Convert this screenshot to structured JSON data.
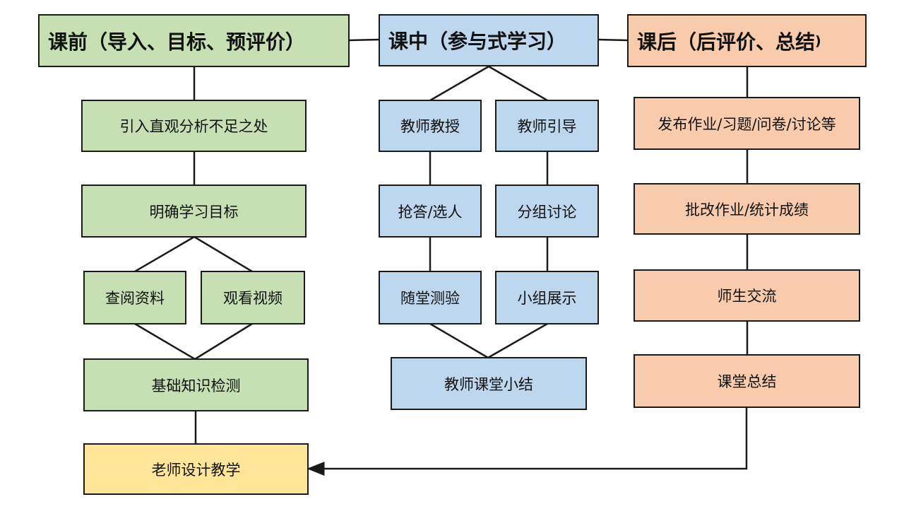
{
  "colors": {
    "pre_class": "#c6e0b4",
    "in_class": "#bdd7ee",
    "post_class": "#f8cbad",
    "design": "#ffe699",
    "line": "#1a1a1a"
  },
  "headers": {
    "pre": "课前（导入、目标、预评价）",
    "in": "课中（参与式学习）",
    "post_main": "课后（后评价、总结",
    "post_close": ")"
  },
  "pre_class": {
    "step1": "引入直观分析不足之处",
    "step2": "明确学习目标",
    "branch_left": "查阅资料",
    "branch_right": "观看视频",
    "step4": "基础知识检测"
  },
  "in_class": {
    "left_1": "教师教授",
    "right_1": "教师引导",
    "left_2": "抢答/选人",
    "right_2": "分组讨论",
    "left_3": "随堂测验",
    "right_3": "小组展示",
    "summary": "教师课堂小结"
  },
  "post_class": {
    "step1": "发布作业/习题/问卷/讨论等",
    "step2": "批改作业/统计成绩",
    "step3": "师生交流",
    "step4": "课堂总结"
  },
  "design": {
    "label": "老师设计教学"
  }
}
